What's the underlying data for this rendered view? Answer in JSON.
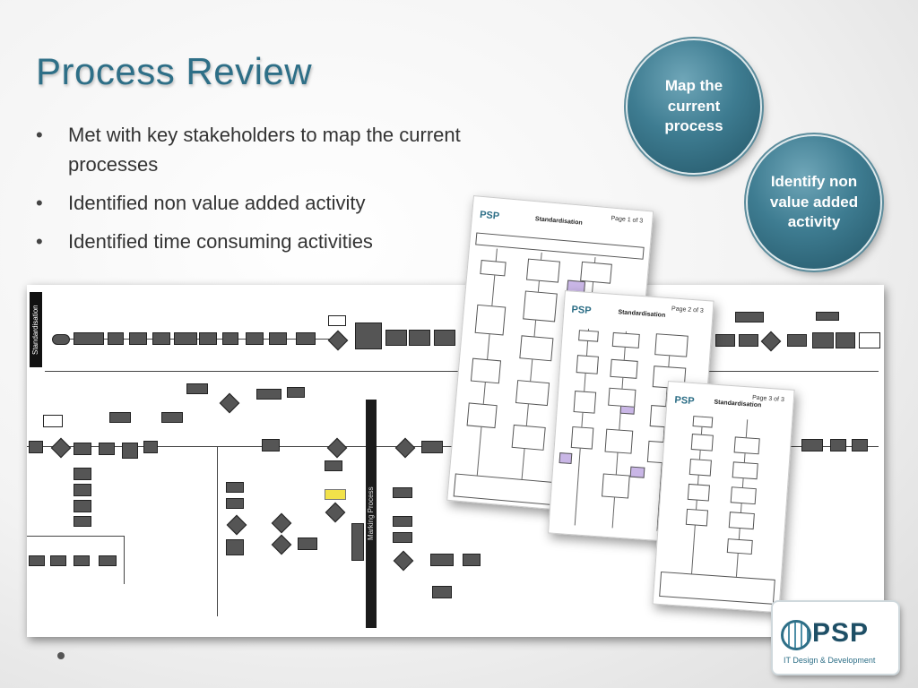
{
  "slide": {
    "title": "Process Review",
    "bullets": [
      "Met with key stakeholders to map the current processes",
      "Identified non value added activity",
      "Identified time consuming activities"
    ],
    "circles": [
      "Map the current process",
      "Identify non value added activity"
    ]
  },
  "diagram": {
    "lane_label": "Standardisation",
    "marking_label": "Marking Process"
  },
  "papers": [
    {
      "title": "Standardisation",
      "page": "Page 1 of 3"
    },
    {
      "title": "Standardisation",
      "page": "Page 2 of 3"
    },
    {
      "title": "Standardisation",
      "page": "Page 3 of 3"
    }
  ],
  "logo": {
    "name": "PSP",
    "tagline": "IT Design & Development"
  },
  "colors": {
    "accent": "#2e6f87",
    "circle": "#3e7c91",
    "highlight": "#f2e24a"
  }
}
